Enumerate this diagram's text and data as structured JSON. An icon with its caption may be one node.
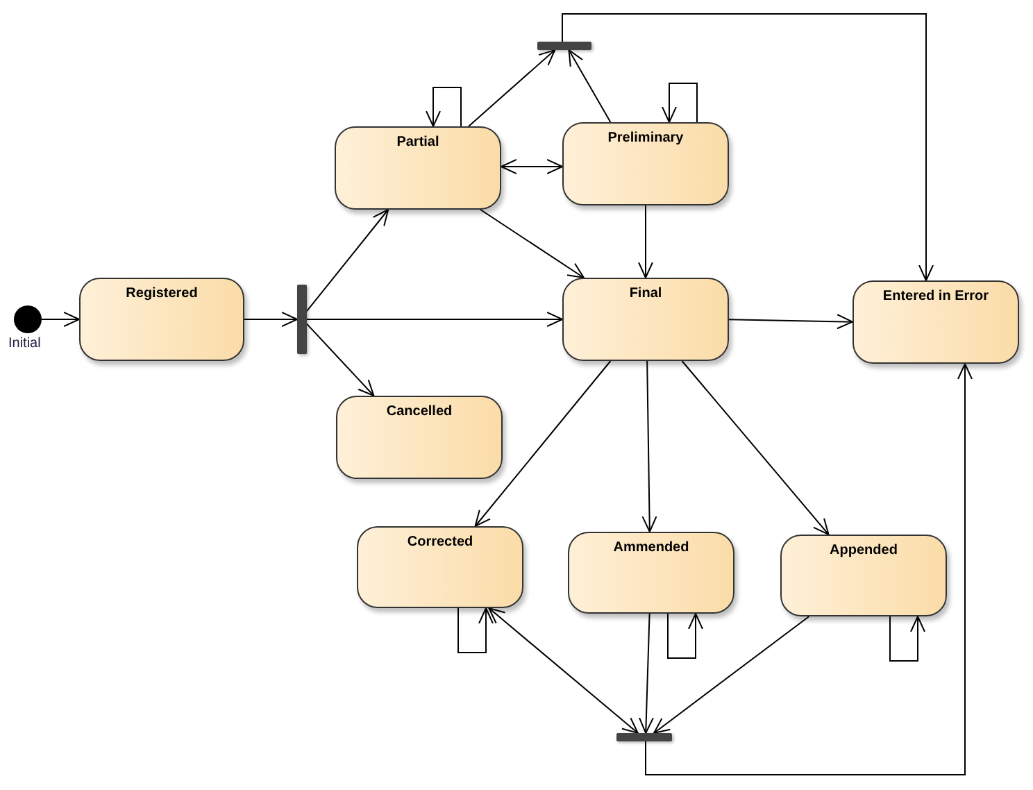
{
  "diagram": {
    "nodes": [
      {
        "text": [],
        "shape": "circle",
        "beside": [
          "Initial"
        ]
      },
      {
        "text": [
          "Registered"
        ]
      },
      {
        "text": [],
        "shape": "bar"
      },
      {
        "text": [],
        "shape": "bar"
      },
      {
        "text": [
          "Partial"
        ]
      },
      {
        "text": [
          "Preliminary"
        ]
      },
      {
        "text": [
          "Cancelled"
        ]
      },
      {
        "text": [
          "Final"
        ]
      },
      {
        "text": [
          "Entered in Error"
        ]
      },
      {
        "text": [
          "Corrected"
        ]
      },
      {
        "text": [
          "Ammended"
        ]
      },
      {
        "text": [
          "Appended"
        ]
      },
      {
        "text": [],
        "shape": "bar"
      }
    ],
    "edges": [
      {
        "from": 0,
        "to": 1,
        "arrow": "to"
      },
      {
        "from": 1,
        "to": 2,
        "arrow": "to"
      },
      {
        "from": 2,
        "to": 4,
        "arrow": "to"
      },
      {
        "from": 2,
        "to": 7,
        "arrow": "to"
      },
      {
        "from": 2,
        "to": 6,
        "arrow": "to"
      },
      {
        "from": 4,
        "to": 4,
        "arrow": "to"
      },
      {
        "from": 5,
        "to": 5,
        "arrow": "to"
      },
      {
        "from": 4,
        "to": 5,
        "arrow": "both"
      },
      {
        "from": 4,
        "to": 3,
        "arrow": "to"
      },
      {
        "from": 5,
        "to": 3,
        "arrow": "to"
      },
      {
        "from": 4,
        "to": 7,
        "arrow": "to"
      },
      {
        "from": 5,
        "to": 7,
        "arrow": "to"
      },
      {
        "from": 3,
        "to": 8,
        "arrow": "to"
      },
      {
        "from": 7,
        "to": 8,
        "arrow": "to"
      },
      {
        "from": 7,
        "to": 9,
        "arrow": "to"
      },
      {
        "from": 7,
        "to": 10,
        "arrow": "to"
      },
      {
        "from": 7,
        "to": 11,
        "arrow": "to"
      },
      {
        "from": 9,
        "to": 12,
        "arrow": "both"
      },
      {
        "from": 10,
        "to": 12,
        "arrow": "to"
      },
      {
        "from": 11,
        "to": 12,
        "arrow": "to"
      },
      {
        "from": 12,
        "to": 8,
        "arrow": "to"
      },
      {
        "from": 9,
        "to": 9,
        "arrow": "to"
      },
      {
        "from": 10,
        "to": 10,
        "arrow": "to"
      },
      {
        "from": 11,
        "to": 11,
        "arrow": "to"
      }
    ]
  }
}
